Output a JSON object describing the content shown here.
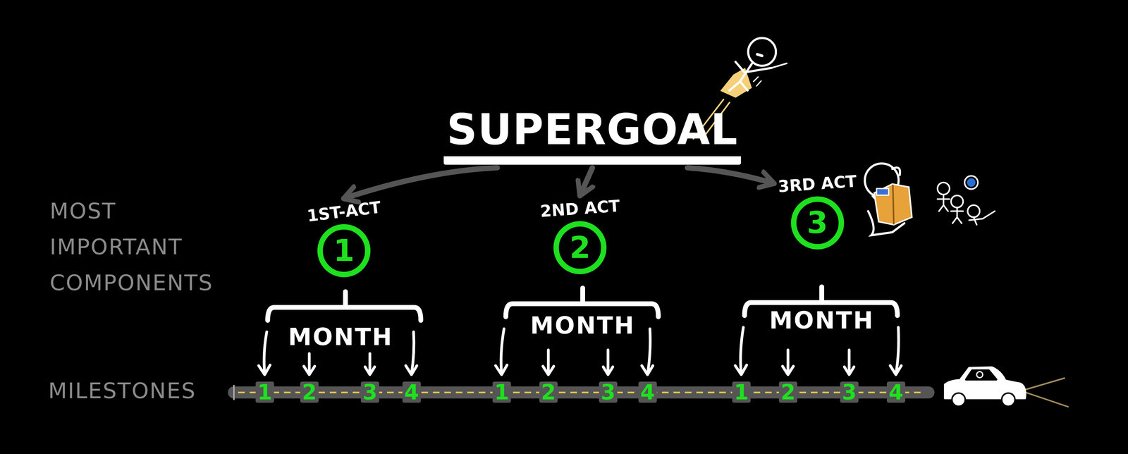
{
  "diagram": {
    "nodes": [
      {
        "text": [
          "SUPERGOAL"
        ]
      },
      {
        "text": [
          "1ST-ACT",
          "1"
        ]
      },
      {
        "text": [
          "2ND ACT",
          "2"
        ]
      },
      {
        "text": [
          "3RD ACT",
          "3"
        ]
      }
    ],
    "edges": [
      {
        "from": 0,
        "to": 1,
        "arrow": "to"
      },
      {
        "from": 0,
        "to": 2,
        "arrow": "to"
      },
      {
        "from": 0,
        "to": 3,
        "arrow": "to"
      }
    ],
    "labels": [
      "MOST IMPORTANT COMPONENTS",
      "MONTH",
      "MONTH",
      "MONTH",
      "MILESTONES",
      "1",
      "2",
      "3",
      "4",
      "1",
      "2",
      "3",
      "4",
      "1",
      "2",
      "3",
      "4"
    ]
  }
}
